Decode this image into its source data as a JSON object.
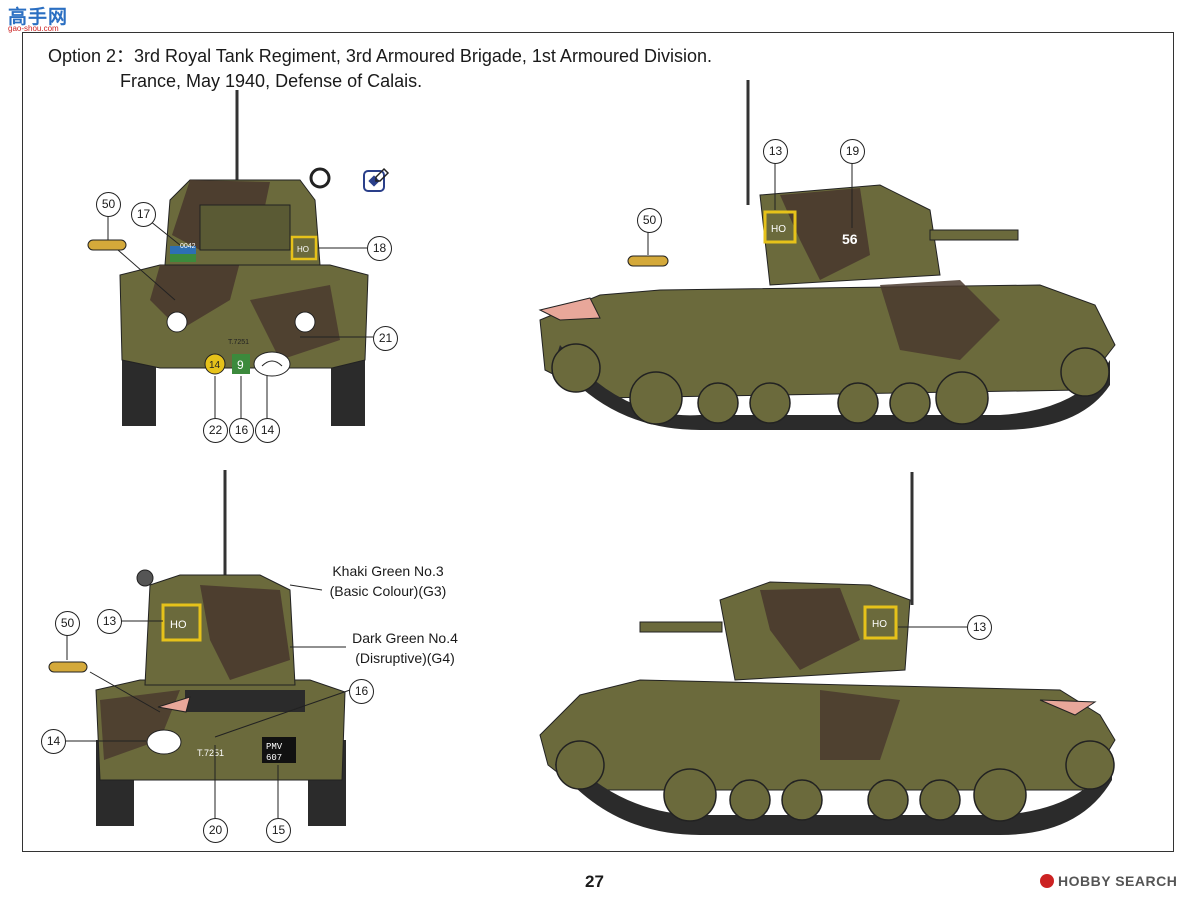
{
  "watermark": {
    "top_main": "高手网",
    "top_sub": "gao-shou.com",
    "bottom": "HOBBY SEARCH"
  },
  "title": {
    "line1": "Option  2：3rd Royal Tank Regiment, 3rd Armoured Brigade, 1st Armoured Division.",
    "line2": "France, May 1940, Defense of Calais."
  },
  "page_number": "27",
  "colors": {
    "khaki": "#6b6a3c",
    "dark_green": "#4a3a2e",
    "marking_yellow": "#e6c21a",
    "track": "#2b2b2b",
    "outline": "#222222"
  },
  "views": {
    "front": {
      "callouts": [
        "50",
        "17",
        "18",
        "21",
        "22",
        "16",
        "14"
      ],
      "markings": {
        "plate": "0042",
        "hq": "HO",
        "reg": "T.7251",
        "circle": "14",
        "square": "9"
      }
    },
    "right_side": {
      "callouts": [
        "50",
        "13",
        "19"
      ],
      "markings": {
        "hq": "HO",
        "number": "56"
      }
    },
    "rear": {
      "callouts": [
        "50",
        "13",
        "14",
        "16",
        "20",
        "15"
      ],
      "markings": {
        "hq": "HO",
        "reg": "T.7251",
        "plate_line1": "PMV",
        "plate_line2": "607"
      }
    },
    "left_side": {
      "callouts": [
        "13"
      ],
      "markings": {
        "hq": "HO"
      }
    }
  },
  "paint_notes": [
    {
      "line1": "Khaki Green No.3",
      "line2": "(Basic Colour)(G3)"
    },
    {
      "line1": "Dark Green No.4",
      "line2": "(Disruptive)(G4)"
    }
  ]
}
